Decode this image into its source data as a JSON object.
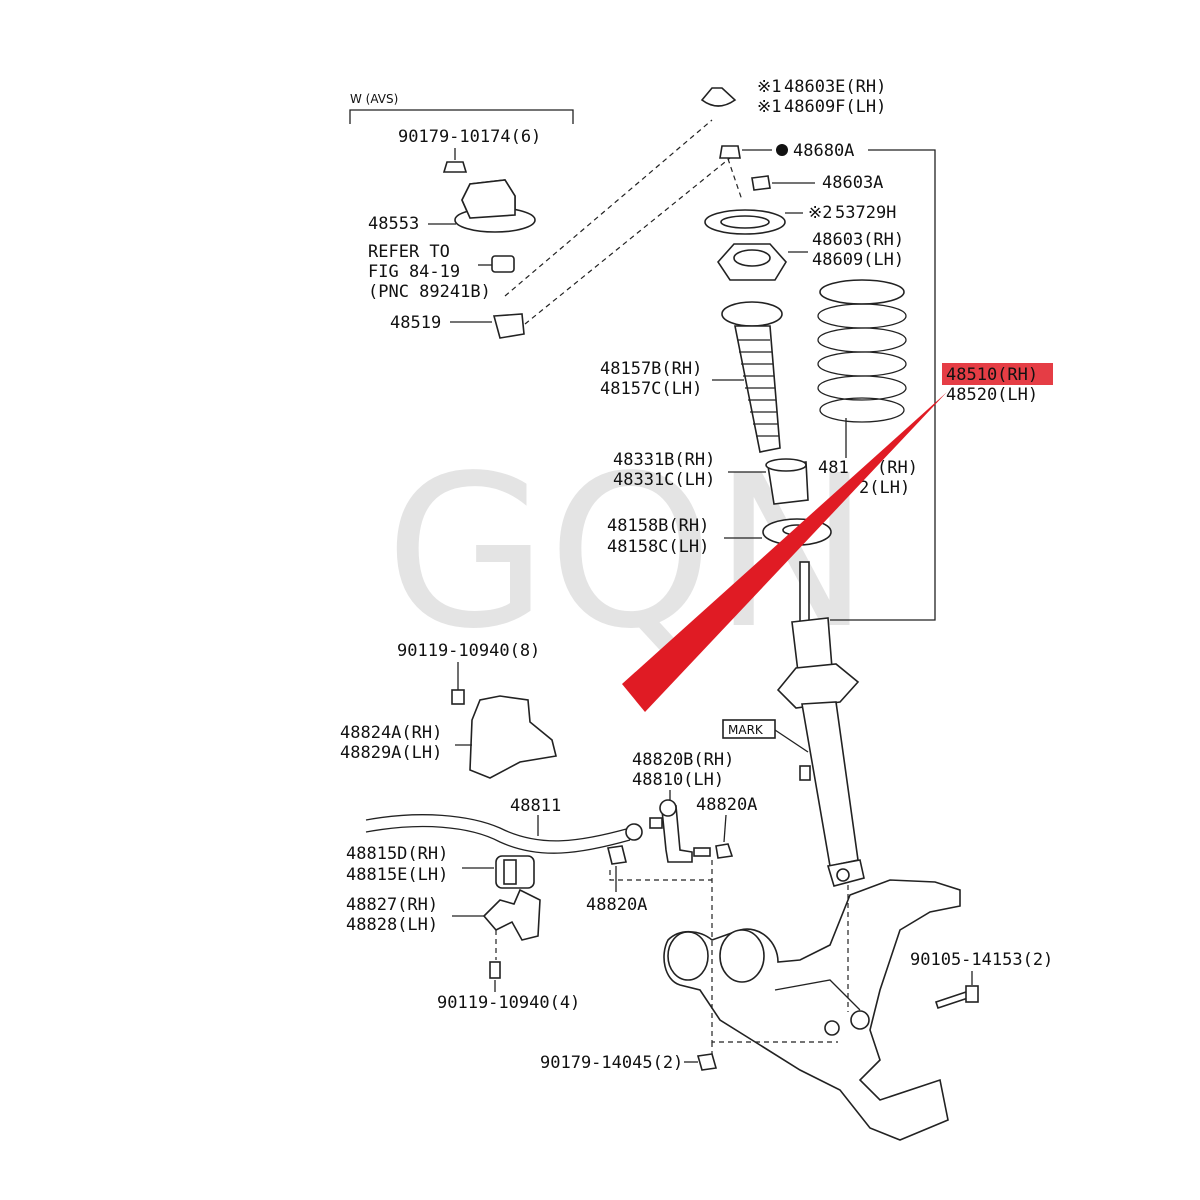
{
  "watermark": "GQN",
  "labels": {
    "avs": "W (AVS)",
    "b90179_10174": "90179-10174(6)",
    "p48553": "48553",
    "refer1": "REFER TO",
    "refer2": "FIG 84-19",
    "refer3": "(PNC 89241B)",
    "p48519": "48519",
    "p48603E": "48603E(RH)",
    "p48609F": "48609F(LH)",
    "p48680A": "48680A",
    "p48603A": "48603A",
    "p53729H": "53729H",
    "p48603RH": "48603(RH)",
    "p48609LH": "48609(LH)",
    "p48157B": "48157B(RH)",
    "p48157C": "48157C(LH)",
    "p48510": "48510(RH)",
    "p48520": "48520(LH)",
    "p48331B": "48331B(RH)",
    "p48331C": "48331C(LH)",
    "p481xRH": "481",
    "p481xRH_tail": "(RH)",
    "p481xLH": "2(LH)",
    "p48158B": "48158B(RH)",
    "p48158C": "48158C(LH)",
    "b90119_10940_8": "90119-10940(8)",
    "p48824A": "48824A(RH)",
    "p48829A": "48829A(LH)",
    "mark": "MARK",
    "p48820B": "48820B(RH)",
    "p48810": "48810(LH)",
    "p48811": "48811",
    "p48820A_top": "48820A",
    "p48815D": "48815D(RH)",
    "p48815E": "48815E(LH)",
    "p48820A_bot": "48820A",
    "p48827": "48827(RH)",
    "p48828": "48828(LH)",
    "b90119_10940_4": "90119-10940(4)",
    "b90105_14153": "90105-14153(2)",
    "b90179_14045": "90179-14045(2)",
    "note1": "※1",
    "note2": "※2"
  },
  "colors": {
    "highlight": "#e01b24",
    "line": "#222222",
    "watermark": "#cfcfcf"
  }
}
